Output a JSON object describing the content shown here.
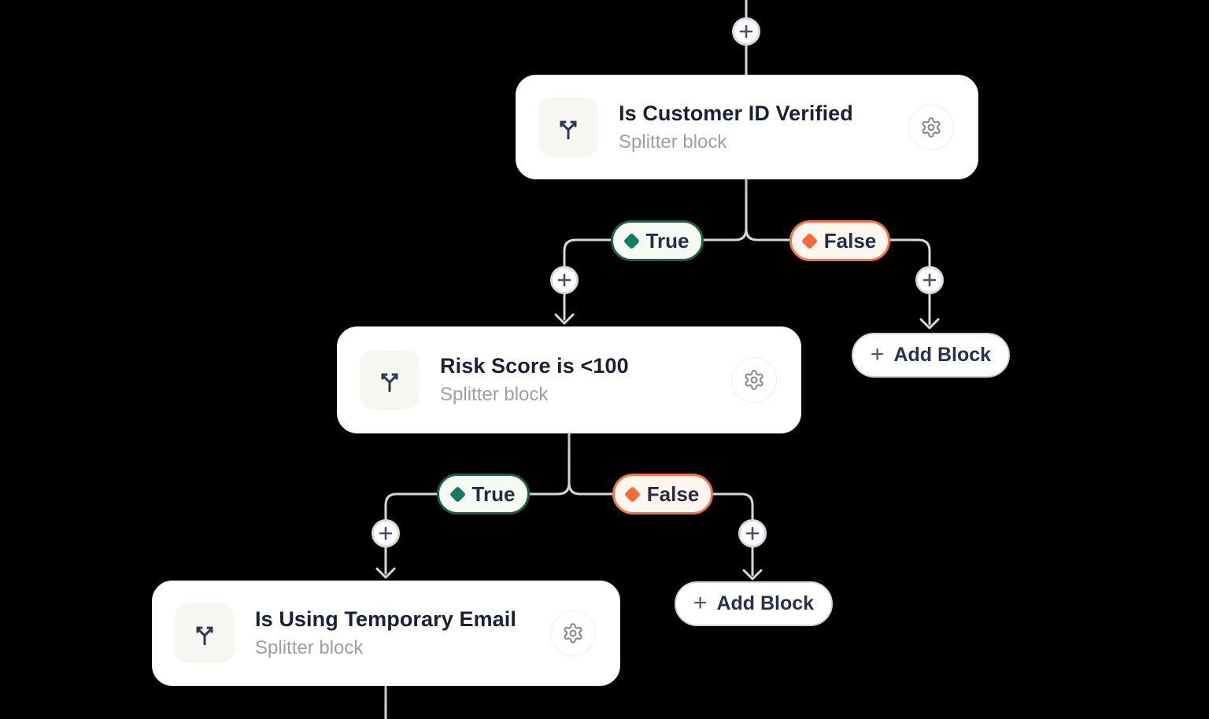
{
  "nodes": [
    {
      "title": "Is Customer ID Verified",
      "subtitle": "Splitter block"
    },
    {
      "title": "Risk Score is <100",
      "subtitle": "Splitter block"
    },
    {
      "title": "Is Using Temporary Email",
      "subtitle": "Splitter block"
    }
  ],
  "branches": {
    "true_label": "True",
    "false_label": "False"
  },
  "add_block": {
    "plus": "+",
    "label": "Add Block"
  },
  "colors": {
    "canvas_bg": "#000000",
    "connector": "#d5d8de",
    "card_bg": "#ffffff",
    "tile_bg": "#f7f6f3",
    "icon_ink": "#2c3850",
    "title_ink": "#1a2232",
    "subtitle_ink": "#9aa0a8",
    "true_border": "#235c4d",
    "true_fill": "#f5faf2",
    "true_diamond": "#147a63",
    "false_border": "#f4714a",
    "false_fill": "#fdf6ef",
    "false_diamond": "#f8693f"
  }
}
